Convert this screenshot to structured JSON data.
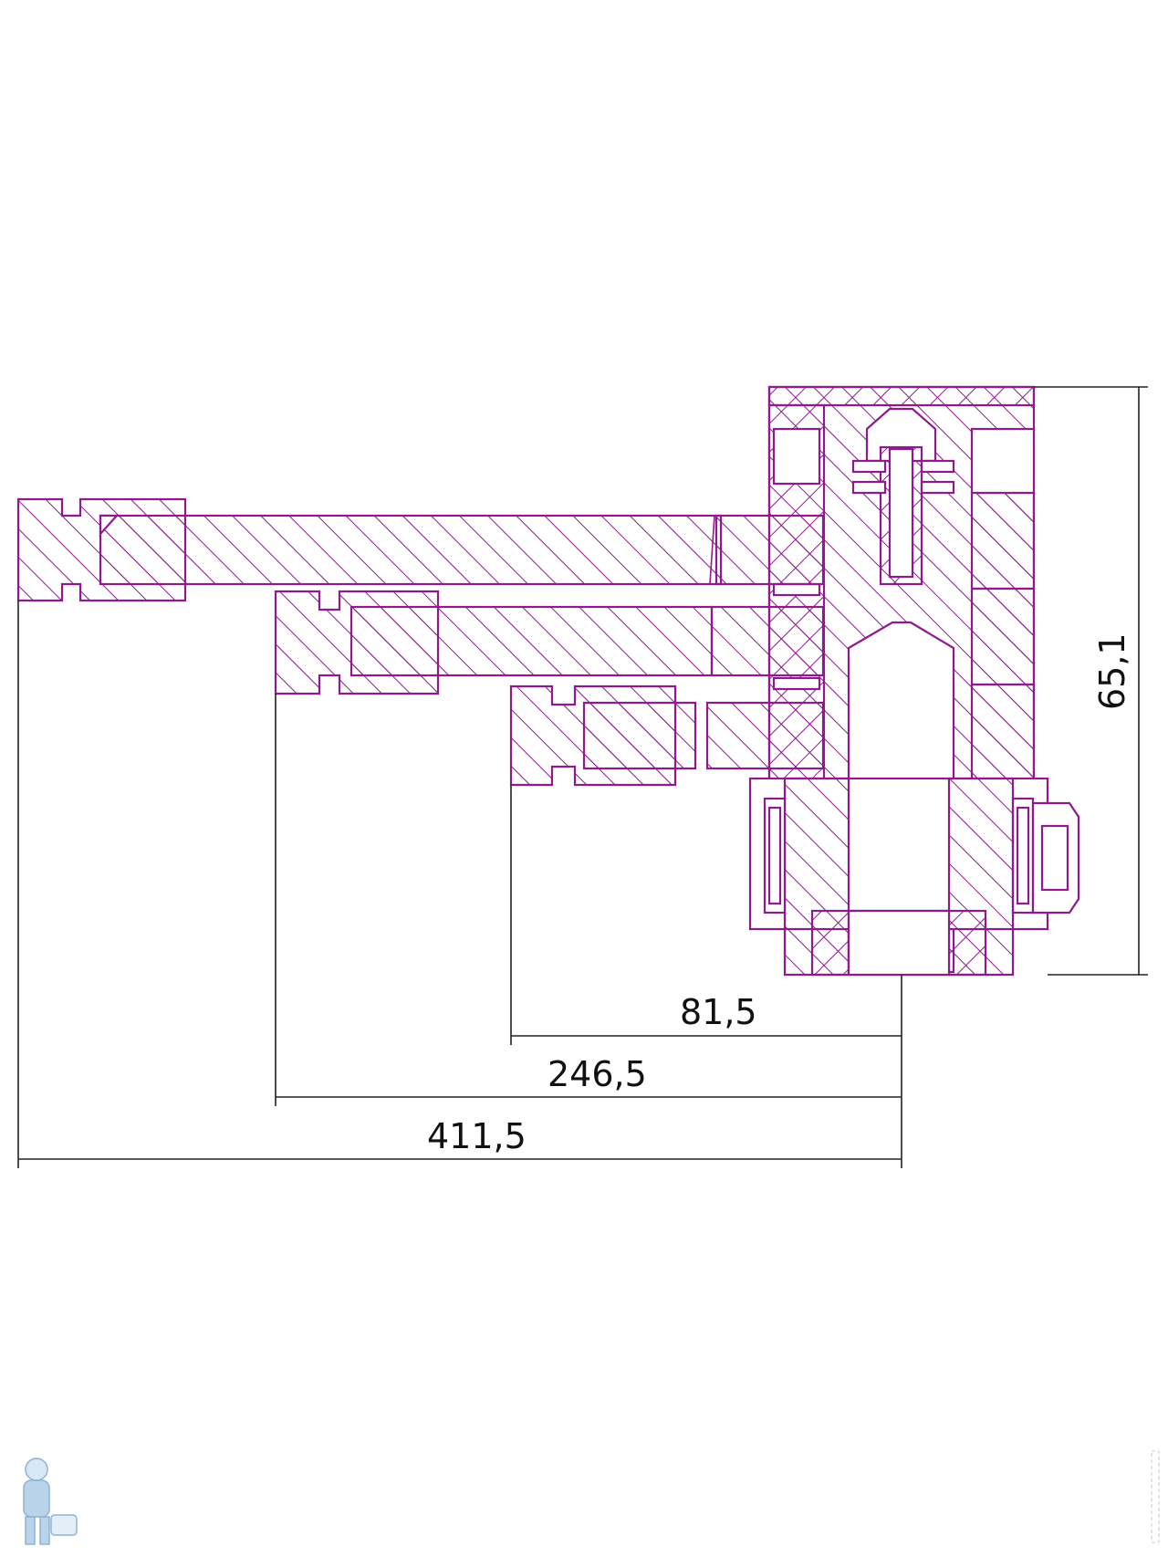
{
  "colors": {
    "part_stroke": "#8e1a8e",
    "dimension": "#222222",
    "background": "#ffffff"
  },
  "dimensions": {
    "width_short": "81,5",
    "width_medium": "246,5",
    "width_long": "411,5",
    "height": "65,1"
  },
  "decorations": {
    "mascot_icon": "plumber-with-toilet-logo",
    "watermark_icon": "vertical-watermark"
  }
}
